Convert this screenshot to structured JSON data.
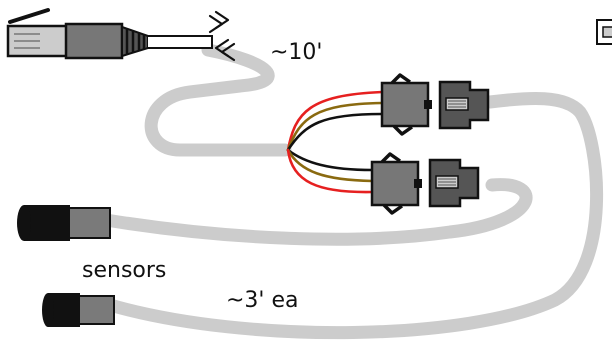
{
  "labels": {
    "main_cable_length": "~10'",
    "sensors": "sensors",
    "branch_cable_length": "~3' ea"
  },
  "colors": {
    "cable_sheath": "#cccccc",
    "connector_gray": "#777777",
    "plug_dark": "#555555",
    "wire_red": "#e62020",
    "wire_brown": "#8a6a10",
    "wire_black": "#111111",
    "sensor_black": "#111111",
    "sensor_gray": "#7a7a7a"
  },
  "icons": {
    "main_plug": "rj45-connector-icon",
    "cut_marks": "cable-break-icon",
    "splitter_connectors": "two-pin-connector-icon",
    "sensor_heads": "cylindrical-sensor-icon"
  }
}
